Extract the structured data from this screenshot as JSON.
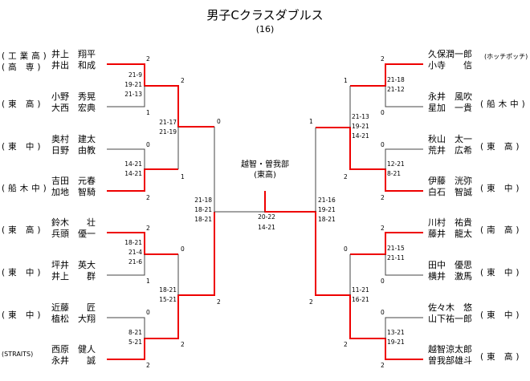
{
  "title": "男子Cクラスダブルス",
  "subtitle": "(16)",
  "champion": {
    "names": "越智・曽我部",
    "school": "(東高)"
  },
  "left": [
    {
      "school1": "(工業高)",
      "school2": "(高 専)",
      "p1": "井上　翔平",
      "p2": "井出　和成"
    },
    {
      "school": "(東 高)",
      "p1": "小野　秀晃",
      "p2": "大西　宏典"
    },
    {
      "school": "(東 中)",
      "p1": "奥村　建太",
      "p2": "日野　由教"
    },
    {
      "school": "(船木中)",
      "p1": "吉田　元春",
      "p2": "加地　智騎"
    },
    {
      "school": "(東 高)",
      "p1": "鈴木　　壮",
      "p2": "兵頭　優一"
    },
    {
      "school": "(東 中)",
      "p1": "坪井　英大",
      "p2": "井上　　群"
    },
    {
      "school": "(東 中)",
      "p1": "近藤　　匠",
      "p2": "植松　大翔"
    },
    {
      "school": "(STRAITS)",
      "p1": "西原　健人",
      "p2": "永井　　誠"
    }
  ],
  "right": [
    {
      "school": "(ホッチポッチ)",
      "p1": "久保潤一郎",
      "p2": "小寺　　信"
    },
    {
      "school": "(船木中)",
      "p1": "永井　風吹",
      "p2": "星加　一貴"
    },
    {
      "school": "(東 高)",
      "p1": "秋山　太一",
      "p2": "荒井　広希"
    },
    {
      "school": "(東 中)",
      "p1": "伊藤　洸弥",
      "p2": "白石　智誠"
    },
    {
      "school": "(南 高)",
      "p1": "川村　祐貴",
      "p2": "藤井　龍太"
    },
    {
      "school": "(東 中)",
      "p1": "田中　優思",
      "p2": "横井　激馬"
    },
    {
      "school": "(東 中)",
      "p1": "佐々木　悠",
      "p2": "山下祐一郎"
    },
    {
      "school": "(東 高)",
      "p1": "越智涼太郎",
      "p2": "曽我部雄斗"
    }
  ],
  "scores": [
    "2",
    "1",
    "21-9",
    "19-21",
    "21-13",
    "2",
    "21-17",
    "21-19",
    "0",
    "2",
    "14-21",
    "14-21",
    "0",
    "1",
    "21-18",
    "18-21",
    "18-21",
    "2",
    "18-21",
    "21-4",
    "21-6",
    "1",
    "0",
    "0",
    "8-21",
    "5-21",
    "2",
    "18-21",
    "15-21",
    "2",
    "2",
    "20-22",
    "14-21",
    "2",
    "21-18",
    "21-12",
    "0",
    "1",
    "21-13",
    "19-21",
    "14-21",
    "0",
    "12-21",
    "8-21",
    "2",
    "2",
    "1",
    "21-16",
    "19-21",
    "18-21",
    "2",
    "21-15",
    "21-11",
    "0",
    "0",
    "11-21",
    "16-21",
    "0",
    "13-21",
    "19-21",
    "2",
    "2",
    "2"
  ]
}
